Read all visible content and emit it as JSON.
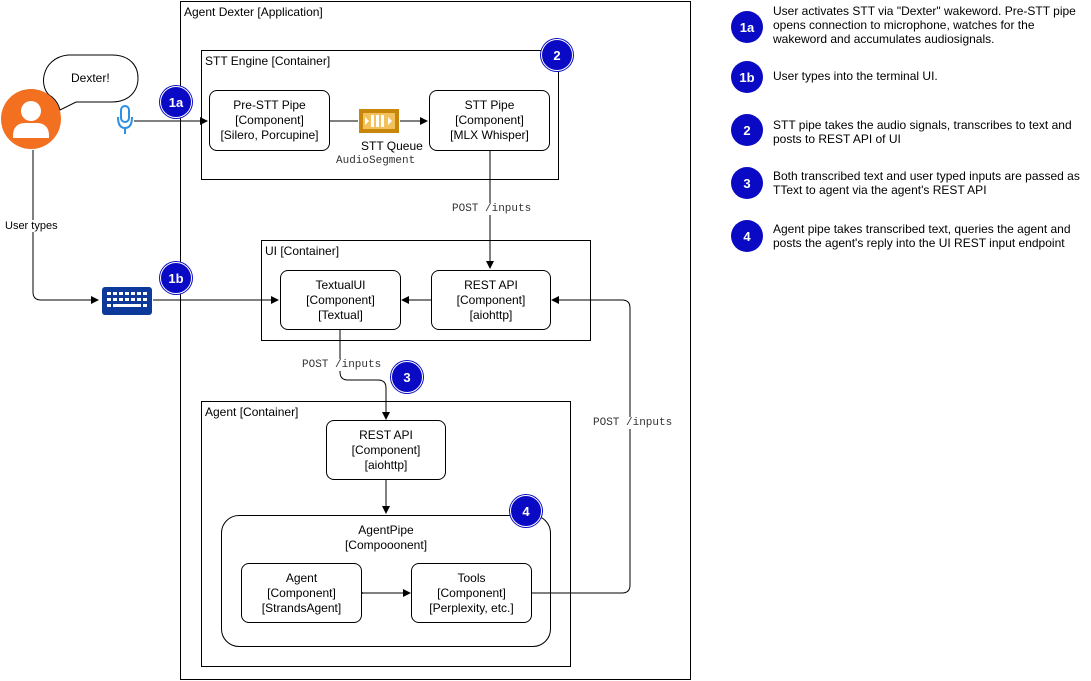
{
  "app": {
    "title": "Agent Dexter [Application]"
  },
  "containers": {
    "stt": "STT Engine [Container]",
    "ui": "UI [Container]",
    "agent": "Agent [Container]",
    "agentpipe": {
      "name": "AgentPipe",
      "type": "[Compooonent]"
    }
  },
  "components": {
    "prestt": {
      "name": "Pre-STT Pipe",
      "type": "[Component]",
      "tech": "[Silero, Porcupine]"
    },
    "sttpipe": {
      "name": "STT Pipe",
      "type": "[Component]",
      "tech": "[MLX Whisper]"
    },
    "textualui": {
      "name": "TextualUI",
      "type": "[Component]",
      "tech": "[Textual]"
    },
    "uirest": {
      "name": "REST API",
      "type": "[Component]",
      "tech": "[aiohttp]"
    },
    "agentrest": {
      "name": "REST API",
      "type": "[Component]",
      "tech": "[aiohttp]"
    },
    "agent": {
      "name": "Agent",
      "type": "[Component]",
      "tech": "[StrandsAgent]"
    },
    "tools": {
      "name": "Tools",
      "type": "[Component]",
      "tech": "[Perplexity, etc.]"
    }
  },
  "queue": {
    "label": "STT Queue",
    "type": "AudioSegment"
  },
  "speech": "Dexter!",
  "edge_labels": {
    "post_inputs_1": "POST /inputs",
    "post_inputs_2": "POST /inputs",
    "post_inputs_3": "POST /inputs",
    "user_types": "User types"
  },
  "badges": {
    "b1a": "1a",
    "b1b": "1b",
    "b2": "2",
    "b3": "3",
    "b4": "4"
  },
  "legend": [
    {
      "badge": "1a",
      "text": "User activates STT via \"Dexter\" wakeword. Pre-STT pipe opens connection to microphone, watches for the wakeword and accumulates audiosignals."
    },
    {
      "badge": "1b",
      "text": "User types into the terminal UI."
    },
    {
      "badge": "2",
      "text": "STT pipe takes the audio signals, transcribes to text and posts to REST API of UI"
    },
    {
      "badge": "3",
      "text": "Both transcribed text and user typed inputs are passed as TText to agent via the agent's REST API"
    },
    {
      "badge": "4",
      "text": "Agent pipe takes transcribed text, queries the agent and posts the agent's reply into the UI REST input endpoint"
    }
  ],
  "icons": {
    "user": "user-avatar-icon",
    "mic": "microphone-icon",
    "keyboard": "keyboard-icon",
    "queue": "queue-icon"
  },
  "colors": {
    "badge": "#0a0ac4",
    "user_icon": "#f37021",
    "mic_icon": "#2f8fe0",
    "keyboard_icon": "#0d3a9a",
    "queue_icon": "#c8870a"
  }
}
